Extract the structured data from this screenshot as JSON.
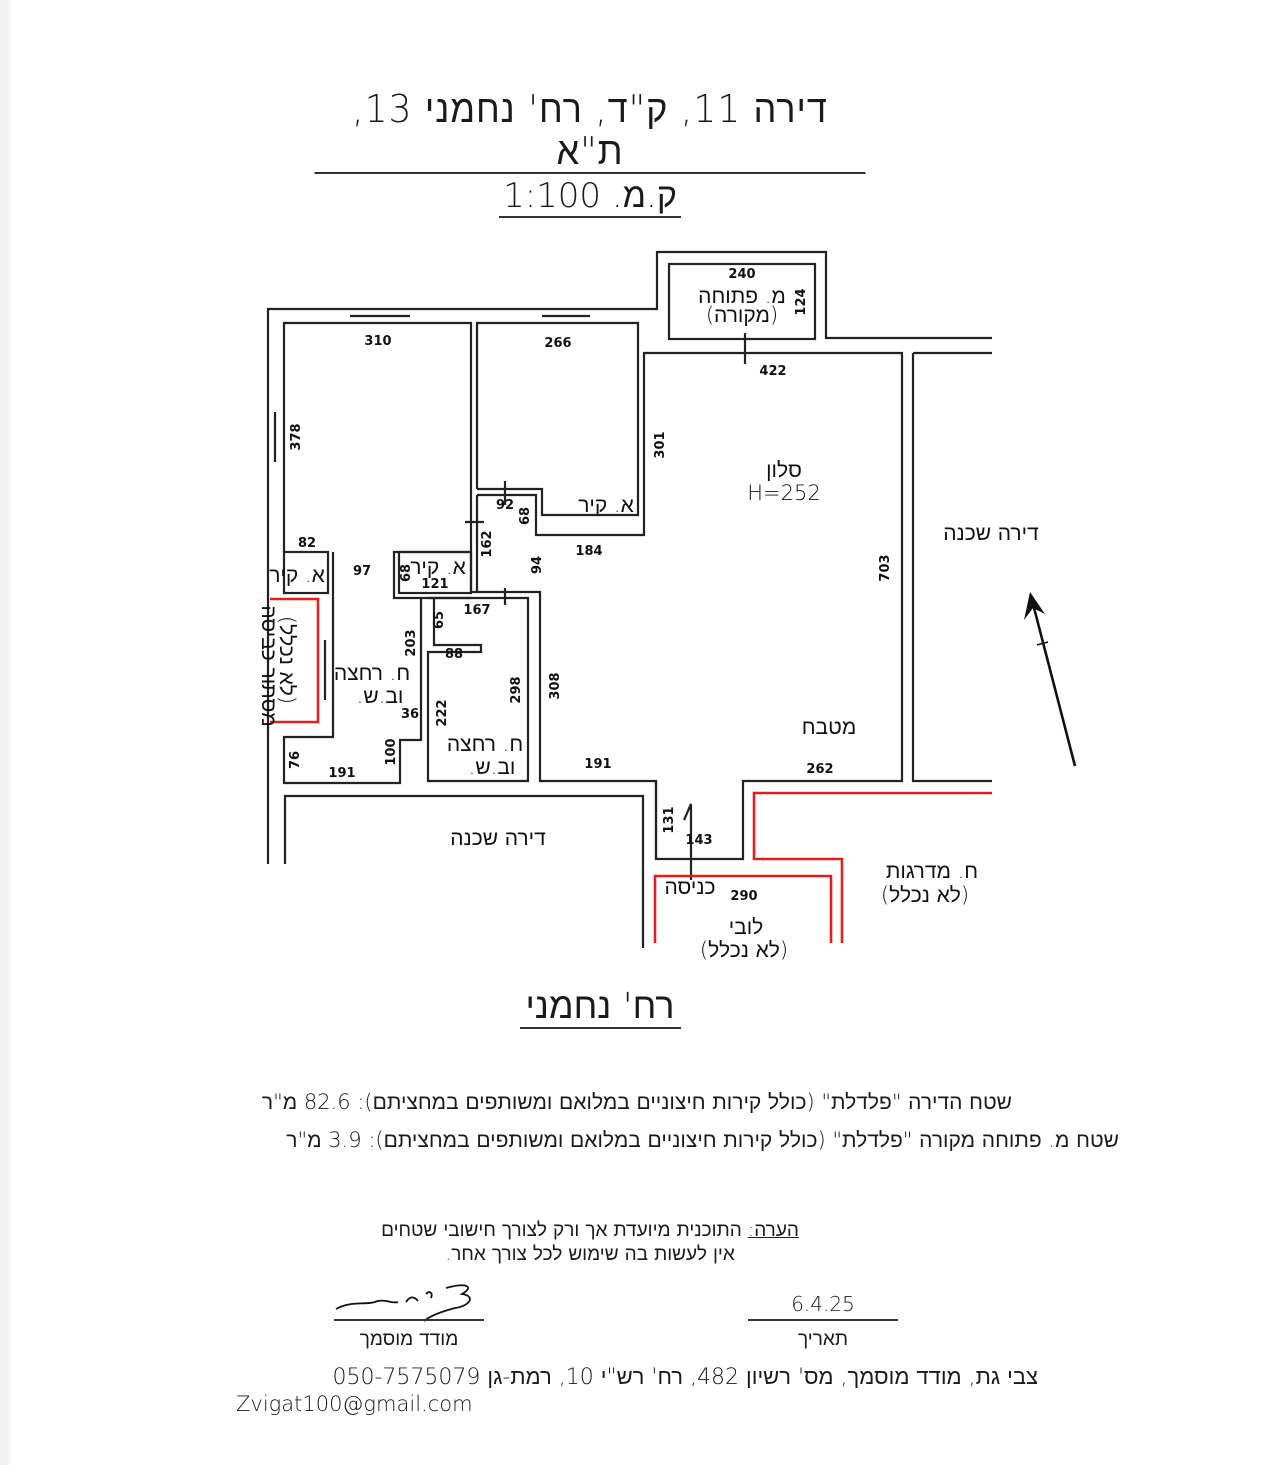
{
  "document": {
    "title": "דירה 11, ק\"ד, רח' נחמני 13, ת\"א",
    "scale": "ק.מ. 1:100",
    "street_label": "רח' נחמני"
  },
  "plan": {
    "rooms": {
      "open_balcony": {
        "name": "מ. פתוחה",
        "sub": "(מקורה)"
      },
      "salon": {
        "name": "סלון",
        "height": "H=252"
      },
      "kitchen": {
        "name": "מטבח"
      },
      "ac_1": {
        "name": "א. קיר"
      },
      "ac_2": {
        "name": "א. קיר"
      },
      "ac_3": {
        "name": "א. קיר"
      },
      "bath_1": {
        "name": "ח. רחצה",
        "sub": "וב.ש."
      },
      "bath_2": {
        "name": "ח. רחצה",
        "sub": "וב.ש."
      },
      "neighbor_right": {
        "name": "דירה שכנה"
      },
      "neighbor_bottom": {
        "name": "דירה שכנה"
      },
      "entrance": {
        "name": "כניסה"
      },
      "lobby": {
        "name": "לובי",
        "sub": "(לא נכלל)"
      },
      "stairwell": {
        "name": "ח. מדרגות",
        "sub": "(לא נכלל)"
      },
      "storage": {
        "name": "מסתור כביסה",
        "sub": "(לא נכלל)"
      }
    },
    "dimensions": {
      "d240": "240",
      "d124": "124",
      "d422": "422",
      "d310": "310",
      "d266": "266",
      "d378": "378",
      "d301": "301",
      "d92": "92",
      "d68a": "68",
      "d162": "162",
      "d184": "184",
      "d82": "82",
      "d97": "97",
      "d68b": "68",
      "d121": "121",
      "d94": "94",
      "d167": "167",
      "d65": "65",
      "d88": "88",
      "d203": "203",
      "d298": "298",
      "d308": "308",
      "d703": "703",
      "d222": "222",
      "d36": "36",
      "d76": "76",
      "d100": "100",
      "d191a": "191",
      "d191b": "191",
      "d262": "262",
      "d131": "131",
      "d143": "143",
      "d290": "290"
    },
    "wall_color": "#222222",
    "excluded_color": "#e02020"
  },
  "areas": {
    "apartment": "שטח הדירה \"פלדלת\" (כולל קירות חיצוניים במלואם ומשותפים במחציתם): 82.6 מ\"ר",
    "balcony": "שטח מ. פתוחה מקורה \"פלדלת\" (כולל קירות חיצוניים במלואם ומשותפים במחציתם): 3.9 מ\"ר"
  },
  "note": {
    "prefix": "הערה:",
    "line1": " התוכנית מיועדת אך ורק לצורך חישובי שטחים",
    "line2": "אין לעשות בה שימוש לכל צורך אחר."
  },
  "signature": {
    "surveyor_caption": "מודד מוסמך",
    "date_value": "6.4.25",
    "date_caption": "תאריך",
    "signature_text": "צבי גת"
  },
  "contact": {
    "line": "צבי גת, מודד מוסמך, מס' רשיון 482, רח' רש\"י 10, רמת-גן 050-7575079",
    "email": "Zvigat100@gmail.com"
  }
}
